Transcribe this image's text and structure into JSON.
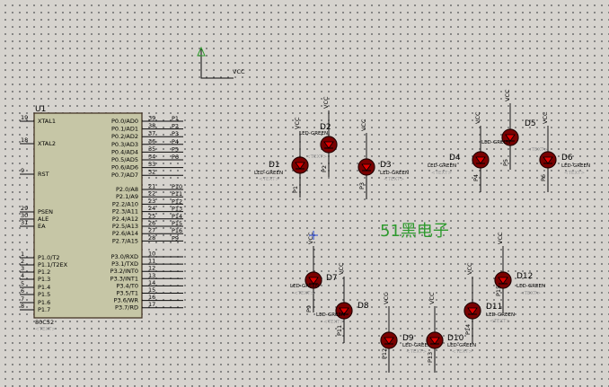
{
  "chip": {
    "ref": "U1",
    "part": "80C52",
    "text_tag": "<TEXT>",
    "left_pins": [
      {
        "num": "19",
        "name": "XTAL1"
      },
      {
        "num": "18",
        "name": "XTAL2"
      },
      {
        "num": "9",
        "name": "RST"
      },
      {
        "num": "29",
        "name": "PSEN"
      },
      {
        "num": "30",
        "name": "ALE"
      },
      {
        "num": "31",
        "name": "EA"
      },
      {
        "num": "1",
        "name": "P1.0/T2"
      },
      {
        "num": "2",
        "name": "P1.1/T2EX"
      },
      {
        "num": "3",
        "name": "P1.2"
      },
      {
        "num": "4",
        "name": "P1.3"
      },
      {
        "num": "5",
        "name": "P1.4"
      },
      {
        "num": "6",
        "name": "P1.5"
      },
      {
        "num": "7",
        "name": "P1.6"
      },
      {
        "num": "8",
        "name": "P1.7"
      }
    ],
    "right_pins": [
      {
        "num": "39",
        "name": "P0.0/AD0",
        "net": "P1"
      },
      {
        "num": "38",
        "name": "P0.1/AD1",
        "net": "P2"
      },
      {
        "num": "37",
        "name": "P0.2/AD2",
        "net": "P3"
      },
      {
        "num": "36",
        "name": "P0.3/AD3",
        "net": "P4"
      },
      {
        "num": "35",
        "name": "P0.4/AD4",
        "net": "P5"
      },
      {
        "num": "34",
        "name": "P0.5/AD5",
        "net": "P6"
      },
      {
        "num": "33",
        "name": "P0.6/AD6",
        "net": ""
      },
      {
        "num": "32",
        "name": "P0.7/AD7",
        "net": ""
      },
      {
        "num": "21",
        "name": "P2.0/A8",
        "net": "P10"
      },
      {
        "num": "22",
        "name": "P2.1/A9",
        "net": "P11"
      },
      {
        "num": "23",
        "name": "P2.2/A10",
        "net": "P12"
      },
      {
        "num": "24",
        "name": "P2.3/A11",
        "net": "P13"
      },
      {
        "num": "25",
        "name": "P2.4/A12",
        "net": "P14"
      },
      {
        "num": "26",
        "name": "P2.5/A13",
        "net": "P15"
      },
      {
        "num": "27",
        "name": "P2.6/A14",
        "net": "P16"
      },
      {
        "num": "28",
        "name": "P2.7/A15",
        "net": "P9"
      },
      {
        "num": "10",
        "name": "P3.0/RXD",
        "net": ""
      },
      {
        "num": "11",
        "name": "P3.1/TXD",
        "net": ""
      },
      {
        "num": "12",
        "name": "P3.2/INT0",
        "net": ""
      },
      {
        "num": "13",
        "name": "P3.3/INT1",
        "net": ""
      },
      {
        "num": "14",
        "name": "P3.4/T0",
        "net": ""
      },
      {
        "num": "15",
        "name": "P3.5/T1",
        "net": ""
      },
      {
        "num": "16",
        "name": "P3.6/WR",
        "net": ""
      },
      {
        "num": "17",
        "name": "P3.7/RD",
        "net": ""
      }
    ]
  },
  "power": {
    "vcc_label": "VCC"
  },
  "leds": [
    {
      "ref": "D1",
      "type": "LED-GREEN",
      "net": "P1",
      "text": "<TEXT>"
    },
    {
      "ref": "D2",
      "type": "LED-GREEN",
      "net": "P2",
      "text": "<TEXT>"
    },
    {
      "ref": "D3",
      "type": "LED-GREEN",
      "net": "P3",
      "text": "<TEXT>"
    },
    {
      "ref": "D4",
      "type": "LED-GREEN",
      "net": "P4",
      "text": "<TEXT>"
    },
    {
      "ref": "D5",
      "type": "LED-GREEN",
      "net": "P5",
      "text": "<TEXT>"
    },
    {
      "ref": "D6",
      "type": "LED-GREEN",
      "net": "P6",
      "text": "<TEXT>"
    },
    {
      "ref": "D7",
      "type": "LED-GREEN",
      "net": "P9",
      "text": "<TEXT>"
    },
    {
      "ref": "D8",
      "type": "LED-GREEN",
      "net": "P11",
      "text": "<TEXT>"
    },
    {
      "ref": "D9",
      "type": "LED-GREEN",
      "net": "P12",
      "text": "<TEXT>"
    },
    {
      "ref": "D10",
      "type": "LED-GREEN",
      "net": "P13",
      "text": "<TEXT>"
    },
    {
      "ref": "D11",
      "type": "LED-GREEN",
      "net": "P14",
      "text": "<TEXT>"
    },
    {
      "ref": "D12",
      "type": "LED-GREEN",
      "net": "P15",
      "text": "<TEXT>"
    }
  ],
  "watermark": "51黑电子",
  "colors": {
    "background": "#d6d3ce",
    "chip_fill": "#c6c6a6",
    "led_fill": "#7a0000",
    "led_glow": "#e00000",
    "watermark": "#2e9a2e",
    "cursor": "#2040d0"
  }
}
